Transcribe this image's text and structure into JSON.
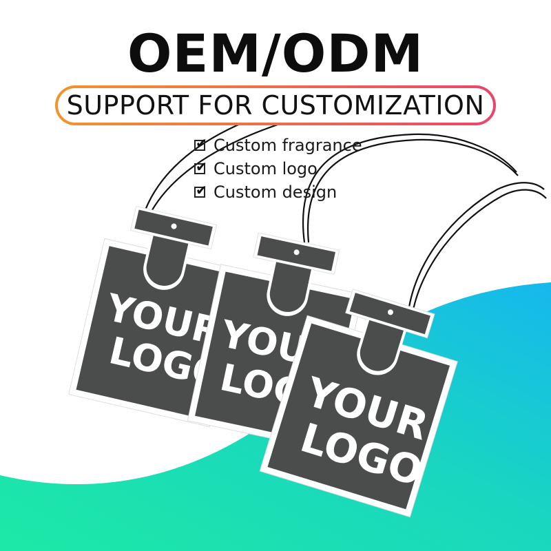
{
  "headline": "OEM/ODM",
  "subtitle": "SUPPORT FOR CUSTOMIZATION",
  "features": [
    "Custom fragrance",
    "Custom logo",
    "Custom design"
  ],
  "tags": [
    {
      "line1": "YOUR",
      "line2": "LOGO"
    },
    {
      "line1": "YOUR",
      "line2": "LOGO"
    },
    {
      "line1": "YOUR",
      "line2": "LOGO"
    }
  ],
  "colors": {
    "tag": "#4b4d4c",
    "pill_gradient_start": "#f3932b",
    "pill_gradient_end": "#e9456c",
    "wave_start": "#1de9a6",
    "wave_end": "#16b8ee"
  },
  "icons": {
    "feature_check": "checkbox-icon"
  }
}
